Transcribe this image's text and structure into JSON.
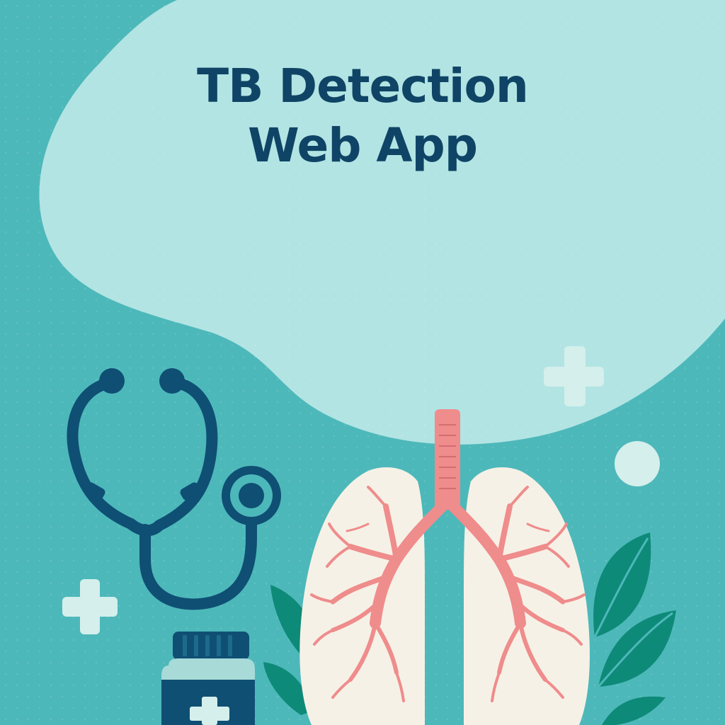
{
  "title": {
    "line1": "TB Detection",
    "line2": "Web App"
  },
  "colors": {
    "background": "#4db8ba",
    "blob": "#b2e4e3",
    "title": "#0f4466",
    "stethoscope": "#0f4f73",
    "lung_fill": "#f6f1e6",
    "airway": "#ef8c8c",
    "leaf": "#0e8a78",
    "plus": "#d5efec"
  },
  "icons": [
    "stethoscope-icon",
    "lungs-icon",
    "medicine-bottle-icon",
    "plus-icon",
    "leaf-icon",
    "circle-dot"
  ]
}
